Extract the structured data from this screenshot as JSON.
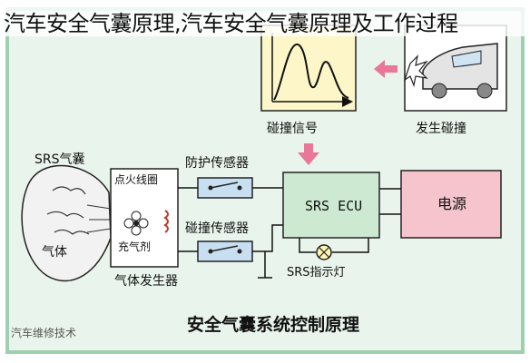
{
  "banner": {
    "title": "汽车安全气囊原理,汽车安全气囊原理及工作过程"
  },
  "diagram": {
    "title": "安全气囊系统控制原理",
    "signal_label": "碰撞信号",
    "collision_label": "发生碰撞",
    "srs_airbag_label": "SRS气囊",
    "gas_label": "气体",
    "igniter_label": "点火线圈",
    "charge_label": "充气剂",
    "generator_label": "气体发生器",
    "safing_sensor_label": "防护传感器",
    "impact_sensor_label": "碰撞传感器",
    "ecu_label": "SRS ECU",
    "power_label": "电源",
    "warning_lamp_label": "SRS指示灯"
  },
  "colors": {
    "pink": "#e8779a",
    "ecu_fill": "#cde9d2",
    "power_fill": "#f5c4cc",
    "sensor_fill": "#c7dff0",
    "signal_fill": "#fdf6c8",
    "frame": "#9ed0b0"
  },
  "watermark": {
    "text": "汽车维修技术"
  }
}
